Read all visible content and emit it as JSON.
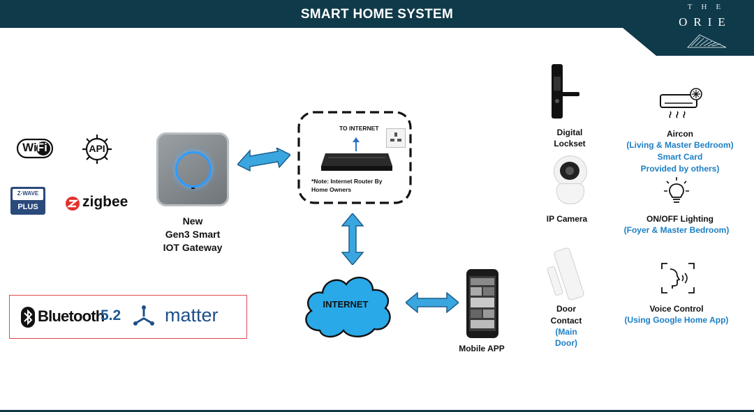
{
  "header": {
    "title": "SMART HOME SYSTEM",
    "brand_line1": "THE",
    "brand_line2": "ORIE"
  },
  "protocols": {
    "wifi": "WiFi",
    "api": "API",
    "zwave_top": "Z·WAVE",
    "zwave_bottom": "PLUS",
    "zigbee": "zigbee",
    "bluetooth": "Bluetooth",
    "bluetooth_version": "5.2",
    "matter": "matter"
  },
  "gateway": {
    "line1": "New",
    "line2": "Gen3 Smart",
    "line3": "IOT Gateway"
  },
  "router": {
    "to_internet": "TO INTERNET",
    "note_line1": "*Note: Internet Router By",
    "note_line2": "Home Owners"
  },
  "internet": "INTERNET",
  "mobile": "Mobile APP",
  "devices": {
    "lockset_1": "Digital",
    "lockset_2": "Lockset",
    "camera": "IP Camera",
    "door_1": "Door",
    "door_2": "Contact",
    "door_note_1": "(Main",
    "door_note_2": "Door)",
    "aircon": "Aircon",
    "aircon_note_1": "(Living & Master Bedroom)",
    "aircon_note_2": "Smart Card",
    "aircon_note_3": "Provided by others)",
    "lighting": "ON/OFF Lighting",
    "lighting_note": "(Foyer & Master Bedroom)",
    "voice": "Voice Control",
    "voice_note": "(Using Google Home App)"
  },
  "colors": {
    "header": "#0f3a4a",
    "arrow": "#3aa6e0",
    "note_blue": "#1c7fc4",
    "cloud": "#29a9e8",
    "logo_border": "#e0474c"
  }
}
